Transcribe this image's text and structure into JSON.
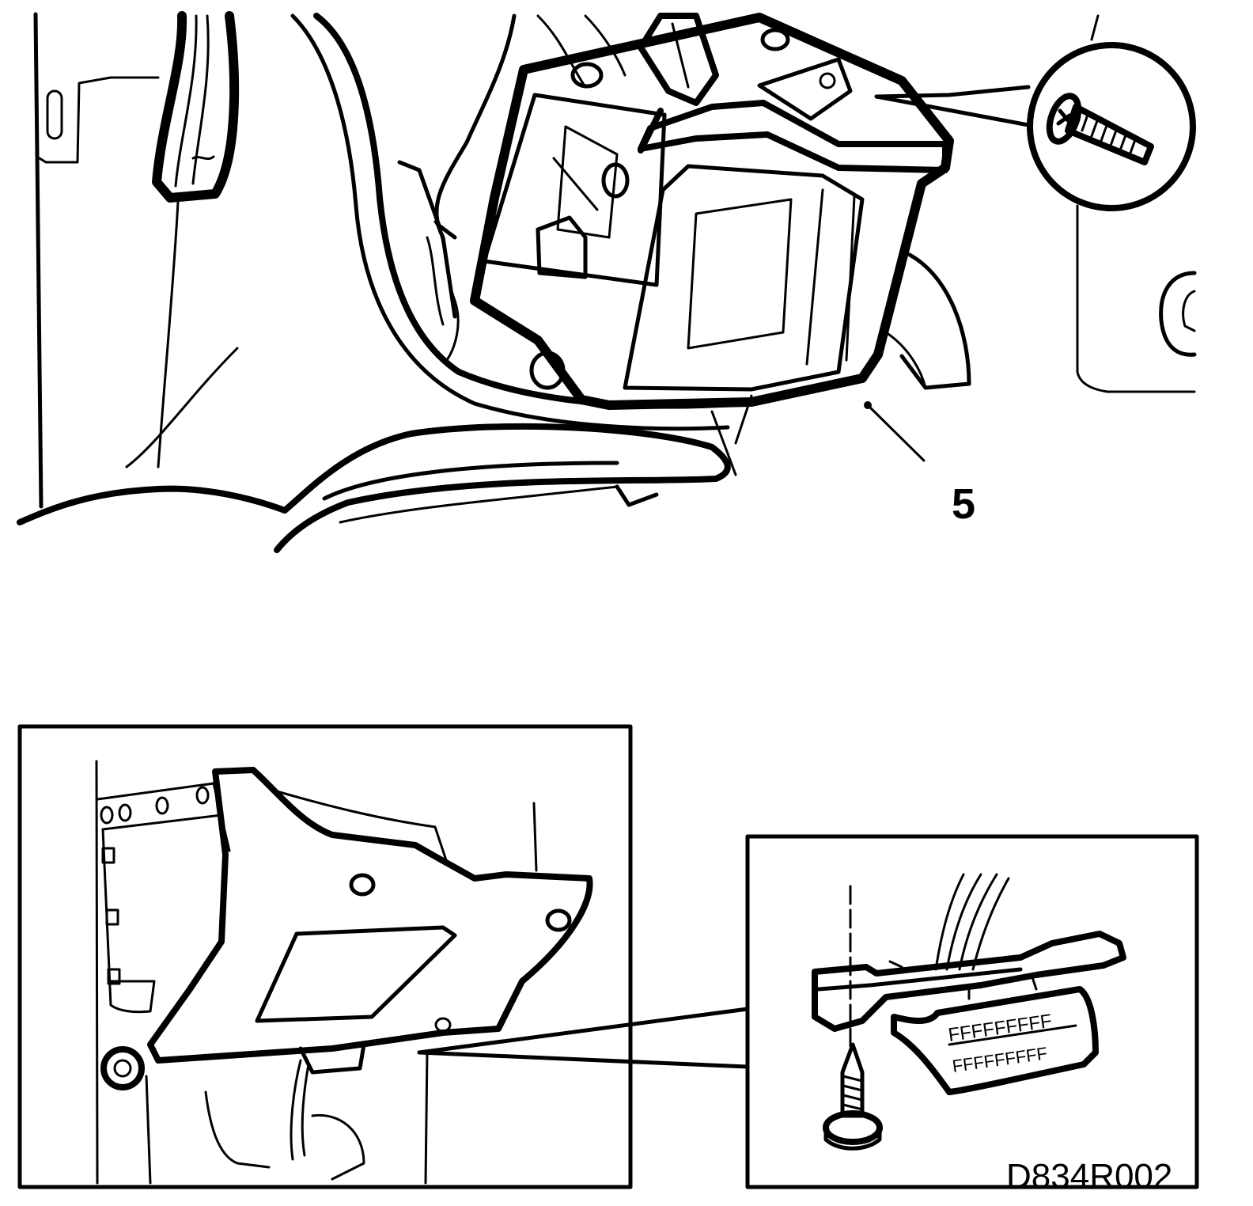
{
  "diagram": {
    "callouts": [
      {
        "id": "5",
        "label": "5"
      }
    ],
    "figure_code": "D834R002"
  }
}
